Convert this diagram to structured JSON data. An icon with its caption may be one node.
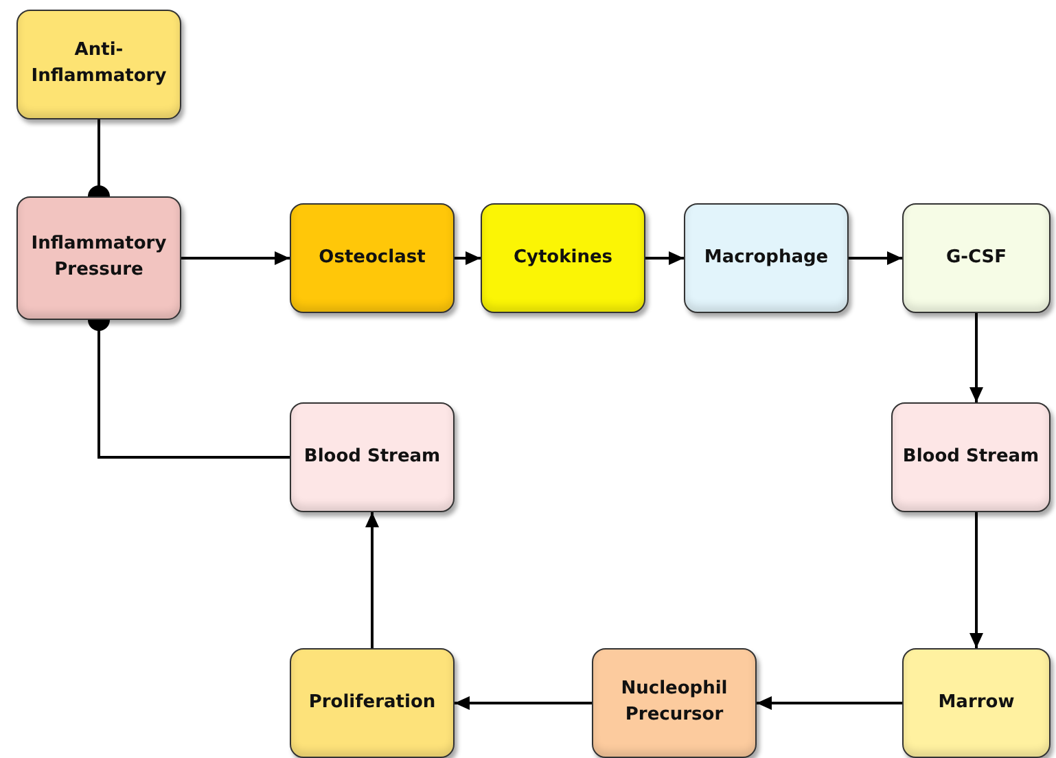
{
  "diagram": {
    "nodes": [
      {
        "text": [
          "Anti- Inflammatory"
        ]
      },
      {
        "text": [
          "Inflammatory Pressure"
        ]
      },
      {
        "text": [
          "Osteoclast"
        ]
      },
      {
        "text": [
          "Cytokines"
        ]
      },
      {
        "text": [
          "Macrophage"
        ]
      },
      {
        "text": [
          "G-CSF"
        ]
      },
      {
        "text": [
          "Blood Stream"
        ]
      },
      {
        "text": [
          "Marrow"
        ]
      },
      {
        "text": [
          "Nucleophil Precursor"
        ]
      },
      {
        "text": [
          "Proliferation"
        ]
      },
      {
        "text": [
          "Blood Stream"
        ]
      }
    ],
    "edges": [
      {
        "from": 0,
        "to": 1,
        "arrow": "other"
      },
      {
        "from": 1,
        "to": 2,
        "arrow": "to"
      },
      {
        "from": 2,
        "to": 3,
        "arrow": "to"
      },
      {
        "from": 3,
        "to": 4,
        "arrow": "to"
      },
      {
        "from": 4,
        "to": 5,
        "arrow": "to"
      },
      {
        "from": 5,
        "to": 6,
        "arrow": "to"
      },
      {
        "from": 6,
        "to": 7,
        "arrow": "to"
      },
      {
        "from": 7,
        "to": 8,
        "arrow": "to"
      },
      {
        "from": 8,
        "to": 9,
        "arrow": "to"
      },
      {
        "from": 9,
        "to": 10,
        "arrow": "to"
      },
      {
        "from": 10,
        "to": 1,
        "arrow": "other"
      }
    ]
  }
}
